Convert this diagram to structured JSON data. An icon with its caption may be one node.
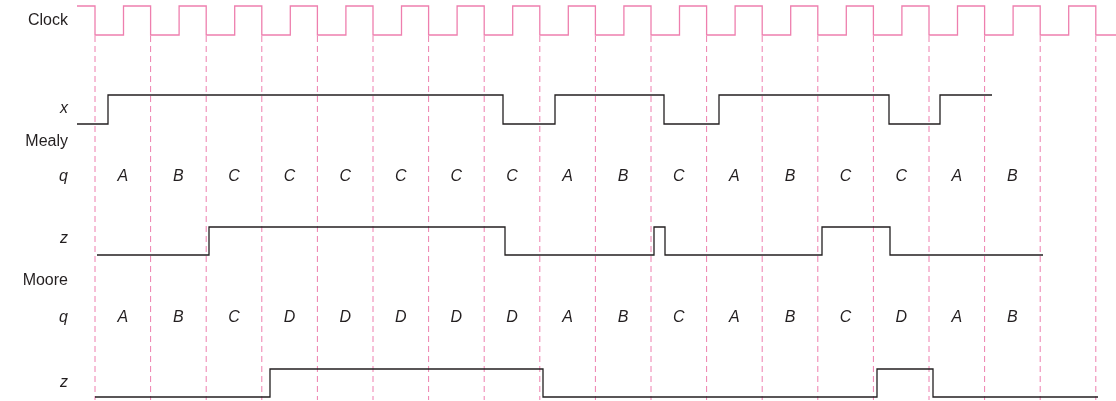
{
  "diagram": {
    "labels": [
      "Clock",
      "x",
      "Mealy",
      "q",
      "A",
      "B",
      "C",
      "C",
      "C",
      "C",
      "C",
      "C",
      "A",
      "B",
      "C",
      "A",
      "B",
      "C",
      "C",
      "A",
      "B",
      "z",
      "Moore",
      "q",
      "A",
      "B",
      "C",
      "D",
      "D",
      "D",
      "D",
      "D",
      "A",
      "B",
      "C",
      "A",
      "B",
      "C",
      "D",
      "A",
      "B",
      "z"
    ]
  }
}
